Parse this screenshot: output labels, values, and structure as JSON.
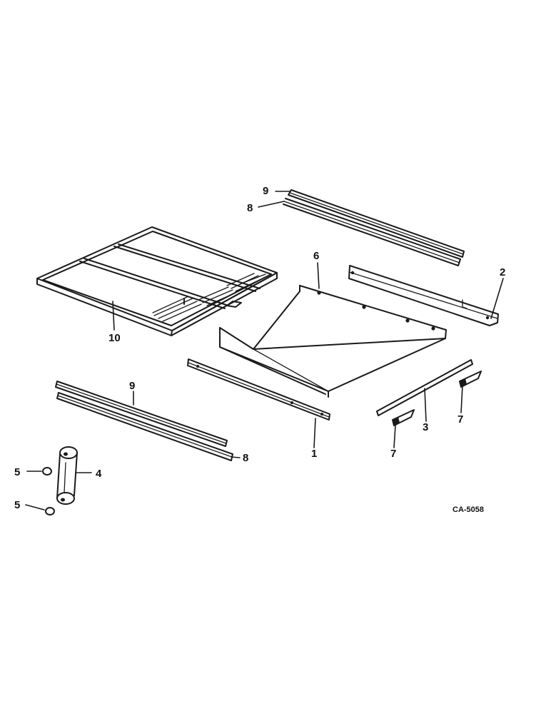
{
  "callouts": {
    "c1": "1",
    "c2": "2",
    "c3": "3",
    "c4": "4",
    "c5a": "5",
    "c5b": "5",
    "c6": "6",
    "c7a": "7",
    "c7b": "7",
    "c8a": "8",
    "c8b": "8",
    "c9a": "9",
    "c9b": "9",
    "c10": "10"
  },
  "drawing_code": "CA-5058"
}
